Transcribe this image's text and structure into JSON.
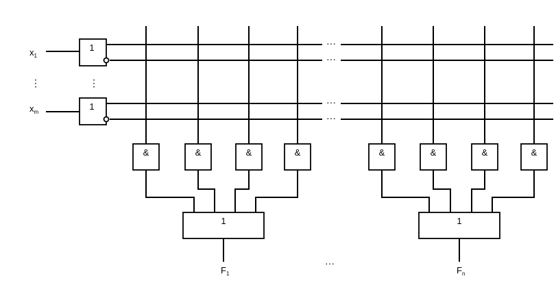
{
  "inputs": [
    {
      "label": "x",
      "sub": "1"
    },
    {
      "label": "x",
      "sub": "m"
    }
  ],
  "input_gate_label": "1",
  "vertical_ellipsis": "⋮",
  "horizontal_ellipsis": "···",
  "and_gate_label": "&",
  "or_gate_label": "1",
  "outputs": [
    {
      "label": "F",
      "sub": "1"
    },
    {
      "label": "F",
      "sub": "n"
    }
  ]
}
